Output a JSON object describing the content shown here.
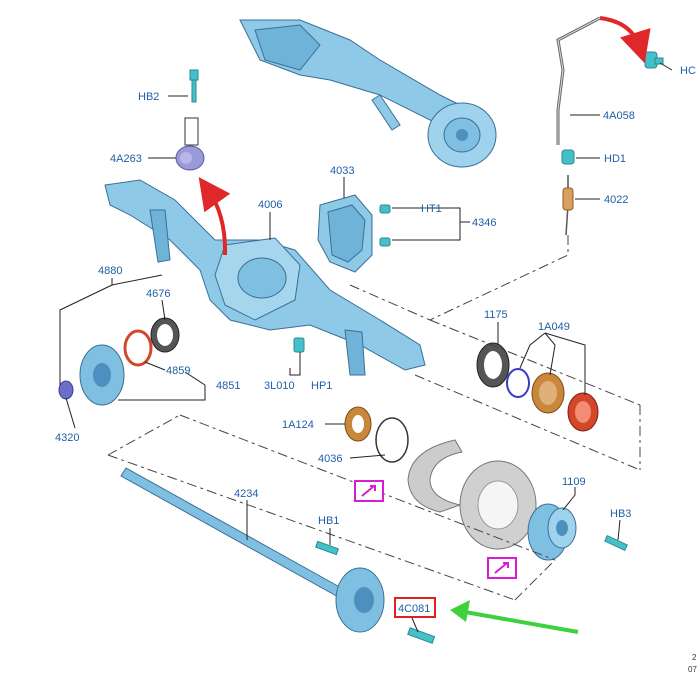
{
  "callouts": {
    "hc": "HC",
    "hb2": "HB2",
    "4a058": "4A058",
    "4a263": "4A263",
    "hd1": "HD1",
    "4033": "4033",
    "4022": "4022",
    "4006": "4006",
    "ht1": "HT1",
    "4346": "4346",
    "4880": "4880",
    "4676": "4676",
    "1175": "1175",
    "1a049": "1A049",
    "4859": "4859",
    "4851": "4851",
    "3l010": "3L010",
    "hp1": "HP1",
    "4320": "4320",
    "1a124": "1A124",
    "4036": "4036",
    "4234": "4234",
    "1109": "1109",
    "hb1": "HB1",
    "hb3": "HB3",
    "4c081": "4C081"
  },
  "corner_text": {
    "line1": "2",
    "line2": "07"
  },
  "colors": {
    "part_blue": "#8ec9e8",
    "part_blue_dark": "#4d8fbf",
    "bolt_teal": "#45c0c8",
    "bronze": "#c9873b",
    "red_orange": "#d2462a",
    "gray_ring": "#5a5a5a",
    "purple": "#9a9ad8",
    "label_blue": "#1f5fa8",
    "red_arrow": "#e0282a",
    "green_arrow": "#3ed13e",
    "highlight_red": "#e02020",
    "magenta_box": "#d61ed0"
  }
}
